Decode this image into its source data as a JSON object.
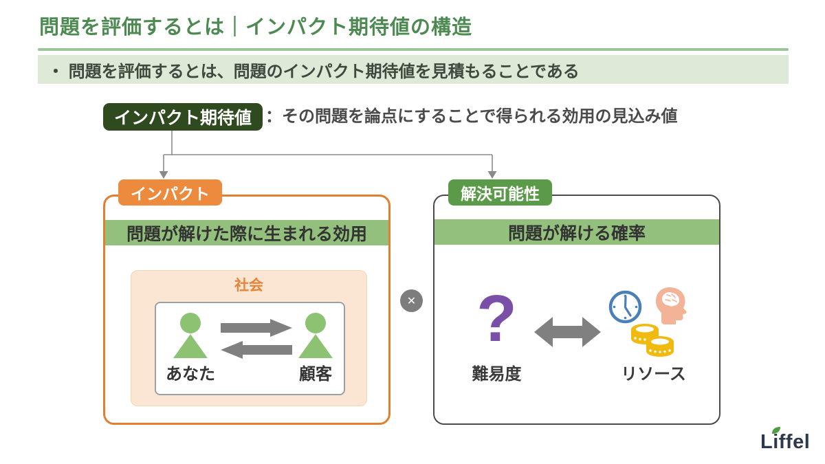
{
  "slide": {
    "title": "問題を評価するとは｜インパクト期待値の構造",
    "summary": "・ 問題を評価するとは、問題のインパクト期待値を見積もることである",
    "definition": {
      "term": "インパクト期待値",
      "description": "：その問題を論点にすることで得られる効用の見込み値"
    },
    "impact": {
      "badge": "インパクト",
      "header": "問題が解けた際に生まれる効用",
      "society": "社会",
      "you": "あなた",
      "customer": "顧客"
    },
    "operator": "✕",
    "solvability": {
      "badge": "解決可能性",
      "header": "問題が解ける確率",
      "difficulty_symbol": "?",
      "difficulty_label": "難易度",
      "resources_label": "リソース"
    },
    "logo": "Liffel"
  },
  "colors": {
    "title_green": "#4d8a51",
    "underline_green": "#9cc49a",
    "banner_bg": "#dfe9d8",
    "dark_green_badge": "#2e4a1e",
    "orange": "#ec8a3d",
    "peach_bg": "#fae6d2",
    "band_green": "#93c07c",
    "solvability_green": "#5a9a48",
    "person_green": "#8cc271",
    "arrow_gray": "#808080",
    "question_purple": "#7a4fa8",
    "clock_blue": "#4a80b8",
    "head_peach": "#f2b397",
    "coin_gold": "#f0bb0e",
    "logo_navy": "#2d3a4b"
  }
}
